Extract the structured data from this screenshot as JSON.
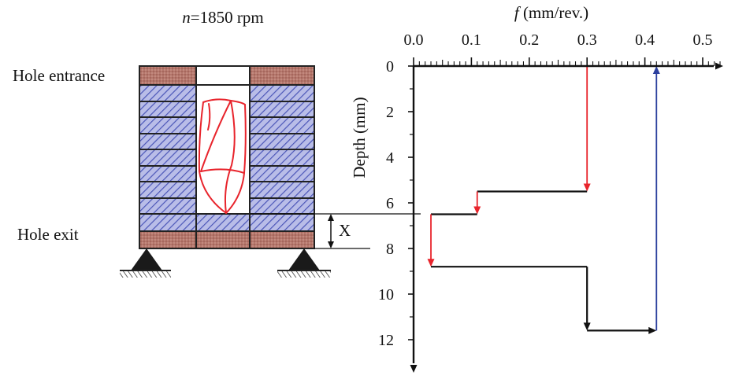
{
  "diagram": {
    "speed_label": "n=1850 rpm",
    "speed_symbol": "n",
    "speed_rest": "=1850 rpm",
    "hole_entrance_label": "Hole entrance",
    "hole_exit_label": "Hole exit",
    "x_label": "X"
  },
  "chart_data": {
    "type": "line",
    "xlabel": "f (mm/rev.)",
    "xlabel_symbol": "f",
    "xlabel_unit": " (mm/rev.)",
    "ylabel": "Depth (mm)",
    "xlim": [
      0,
      0.55
    ],
    "ylim": [
      0,
      13.2
    ],
    "x_ticks": [
      0.0,
      0.1,
      0.2,
      0.3,
      0.4,
      0.5
    ],
    "x_tick_labels": [
      "0.0",
      "0.1",
      "0.2",
      "0.3",
      "0.4",
      "0.5"
    ],
    "y_ticks": [
      0,
      2,
      4,
      6,
      8,
      10,
      12
    ],
    "y_tick_labels": [
      "0",
      "2",
      "4",
      "6",
      "8",
      "10",
      "12"
    ],
    "y_inverted": true,
    "colors": {
      "descent": "#e8242c",
      "step": "#111111",
      "return": "#2b3f9e"
    },
    "segments": [
      {
        "kind": "descent",
        "from": [
          0.3,
          0.0
        ],
        "to": [
          0.3,
          5.5
        ],
        "arrow": true
      },
      {
        "kind": "step",
        "from": [
          0.3,
          5.5
        ],
        "to": [
          0.11,
          5.5
        ],
        "arrow": false
      },
      {
        "kind": "descent",
        "from": [
          0.11,
          5.5
        ],
        "to": [
          0.11,
          6.5
        ],
        "arrow": true
      },
      {
        "kind": "step",
        "from": [
          0.11,
          6.5
        ],
        "to": [
          0.03,
          6.5
        ],
        "arrow": false
      },
      {
        "kind": "descent",
        "from": [
          0.03,
          6.5
        ],
        "to": [
          0.03,
          8.8
        ],
        "arrow": true
      },
      {
        "kind": "step",
        "from": [
          0.03,
          8.8
        ],
        "to": [
          0.3,
          8.8
        ],
        "arrow": false
      },
      {
        "kind": "step",
        "from": [
          0.3,
          8.8
        ],
        "to": [
          0.3,
          11.6
        ],
        "arrow": true
      },
      {
        "kind": "step",
        "from": [
          0.3,
          11.6
        ],
        "to": [
          0.42,
          11.6
        ],
        "arrow": true
      },
      {
        "kind": "return",
        "from": [
          0.42,
          11.6
        ],
        "to": [
          0.42,
          0.0
        ],
        "arrow": true
      }
    ]
  }
}
